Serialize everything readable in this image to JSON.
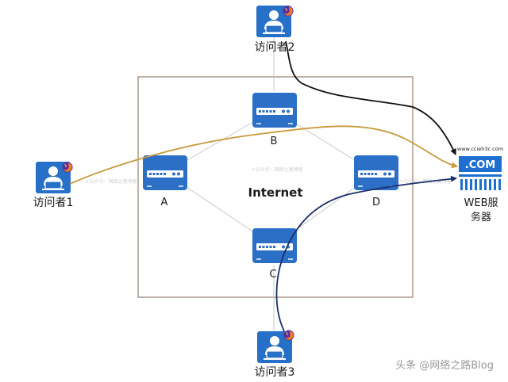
{
  "labels": {
    "internet": "Internet",
    "router_a": "A",
    "router_b": "B",
    "router_c": "C",
    "router_d": "D",
    "visitor_1": "访问者1",
    "visitor_2": "访问者2",
    "visitor_3": "访问者3",
    "server_line1": "WEB服",
    "server_line2": "务器",
    "server_url": "www.ccieh3c.com",
    "server_badge": ".COM",
    "watermark_center": "☀公众号：网络之路博客",
    "watermark_left": "☀公众号：网络之路博客",
    "watermark_right": "☀公众号：网络之路博客",
    "footer_credit": "头条 @网络之路Blog"
  },
  "colors": {
    "router_body": "#2b6fc6",
    "visitor_blue": "#2770c8",
    "path_visitor1": "#c99a3b",
    "path_visitor2": "#111111",
    "path_visitor3": "#1c2f6b",
    "border": "#a08a7a",
    "links": "#c8c8c8",
    "server_blue": "#1e6fd0"
  },
  "icons": {
    "visitor": "person-at-computer-icon",
    "router": "router-icon",
    "server": "web-server-icon",
    "browser_badge": "firefox-icon"
  }
}
